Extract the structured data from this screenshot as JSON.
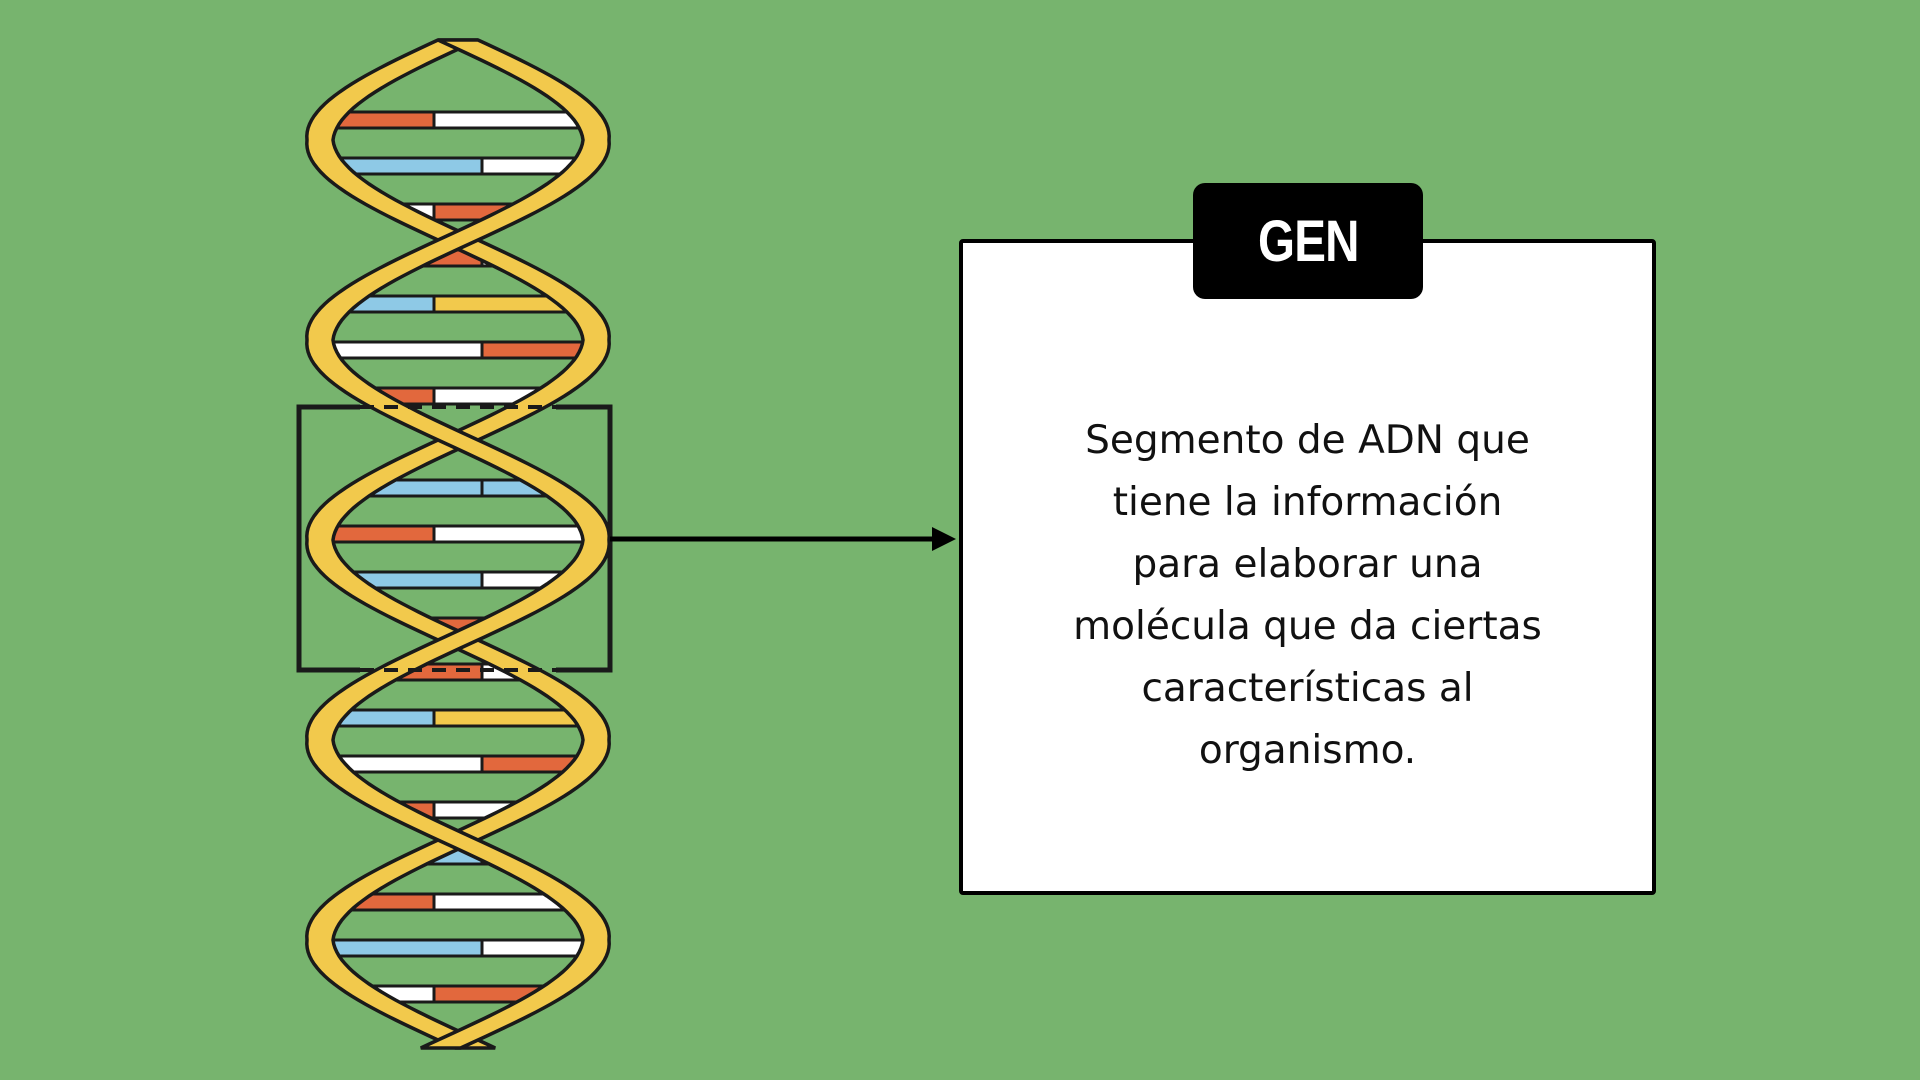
{
  "colors": {
    "background": "#77b46e",
    "strand_fill": "#f2c94c",
    "strand_stroke": "#1a1a1a",
    "base_orange": "#e2683d",
    "base_white": "#ffffff",
    "base_blue": "#8ec9e6",
    "card_background": "#ffffff",
    "tag_background": "#000000"
  },
  "card": {
    "tag": "GEN",
    "lines": [
      "Segmento de ADN que",
      "tiene la información",
      "para elaborar una",
      "molécula que da ciertas",
      "características al",
      "organismo."
    ]
  },
  "icons": {
    "dna": "dna-double-helix-icon",
    "arrow": "arrow-right-icon"
  }
}
